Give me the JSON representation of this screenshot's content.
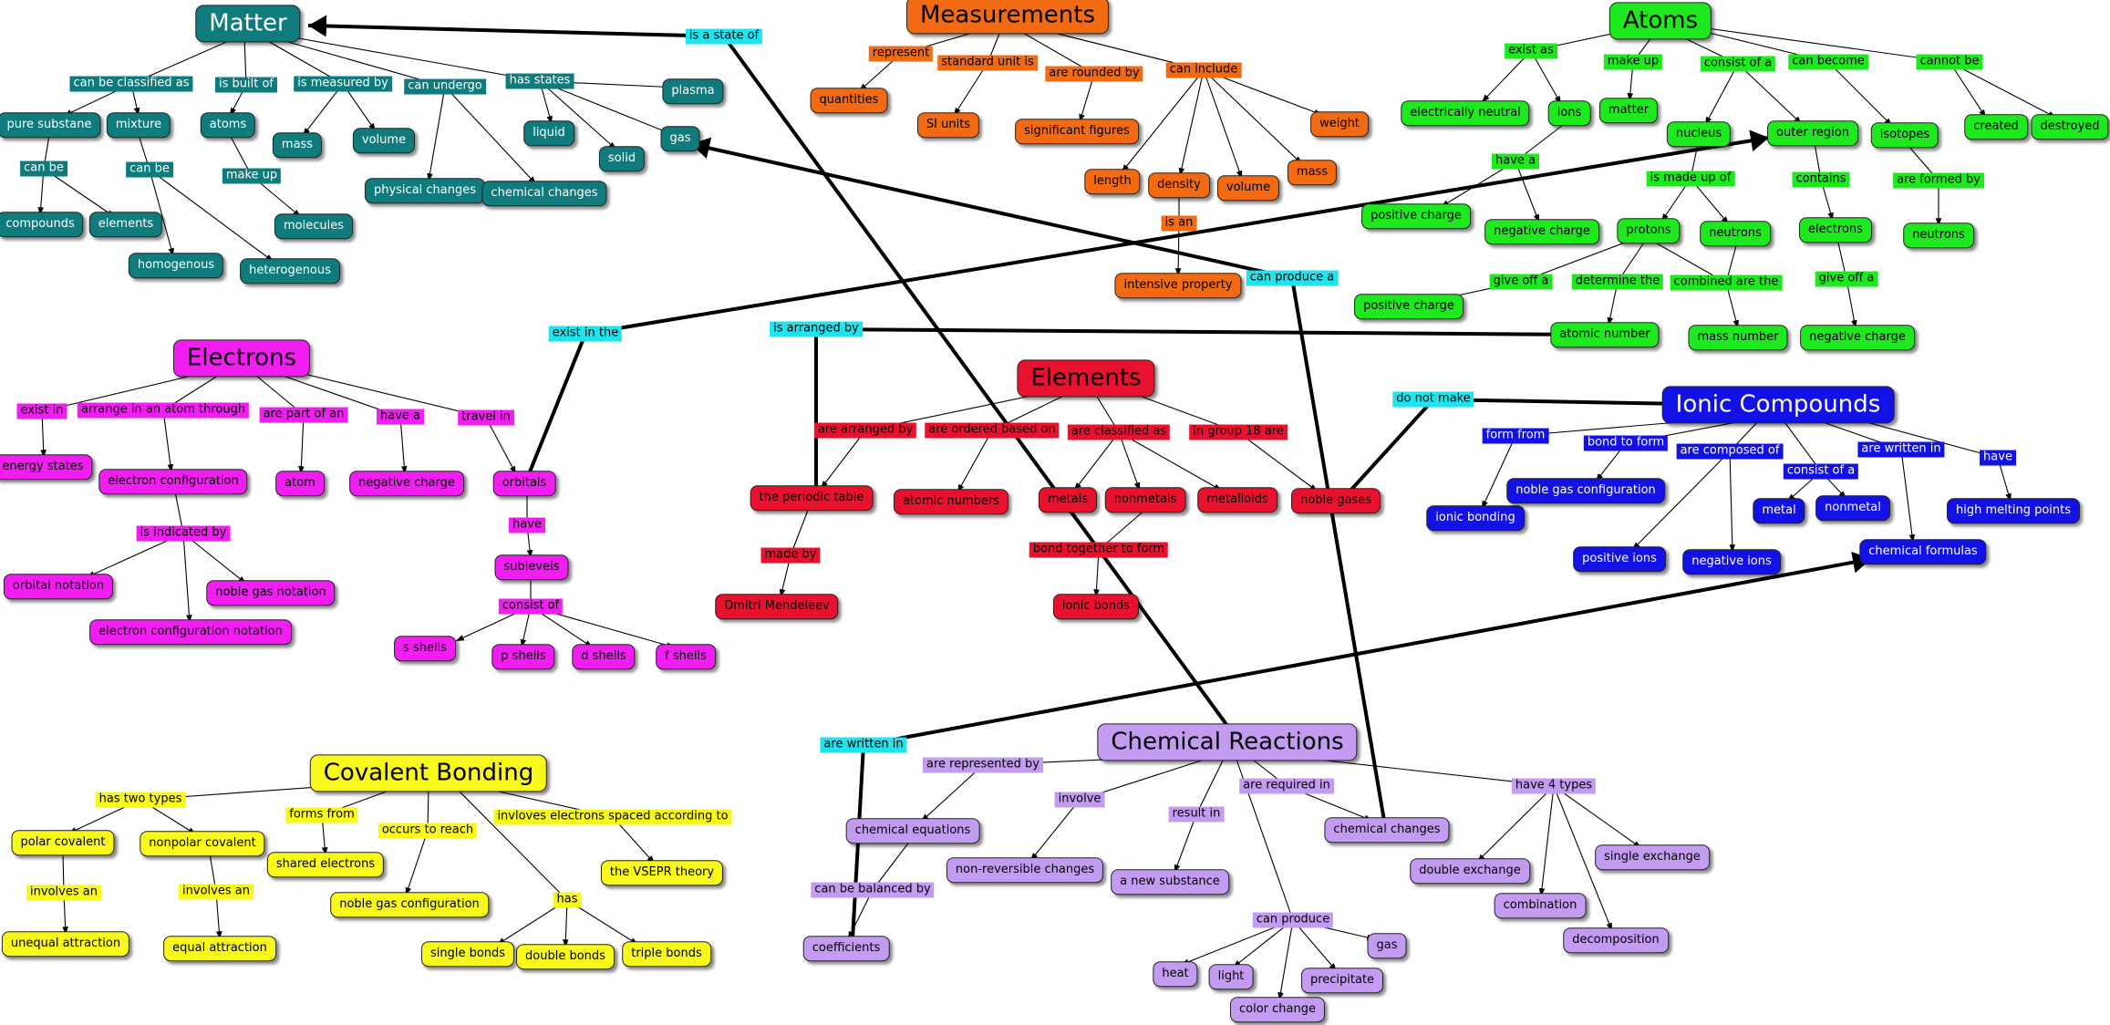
{
  "nodes": {
    "matter": "Matter",
    "pure_substane": "pure substane",
    "mixture": "mixture",
    "atoms_t": "atoms",
    "mass_t": "mass",
    "volume_t": "volume",
    "physical_changes": "physical changes",
    "chemical_changes_t": "chemical changes",
    "liquid": "liquid",
    "solid": "solid",
    "plasma": "plasma",
    "gas_t": "gas",
    "compounds": "compounds",
    "elements_t": "elements",
    "homogenous": "homogenous",
    "heterogenous": "heterogenous",
    "molecules": "molecules",
    "measurements": "Measurements",
    "quantities": "quantities",
    "si_units": "SI units",
    "significant_figures": "significant figures",
    "length": "length",
    "density": "density",
    "volume_o": "volume",
    "mass_o": "mass",
    "weight": "weight",
    "intensive_property": "intensive property",
    "atoms": "Atoms",
    "electrically_neutral": "electrically neutral",
    "ions": "ions",
    "matter_g": "matter",
    "nucleus": "nucleus",
    "outer_region": "outer region",
    "isotopes": "isotopes",
    "created": "created",
    "destroyed": "destroyed",
    "positive_charge_1": "positive charge",
    "negative_charge_g1": "negative charge",
    "protons": "protons",
    "neutrons_1": "neutrons",
    "electrons_g": "electrons",
    "neutrons_2": "neutrons",
    "positive_charge_2": "positive charge",
    "atomic_number": "atomic number",
    "mass_number": "mass number",
    "negative_charge_g2": "negative charge",
    "electrons": "Electrons",
    "energy_states": "energy states",
    "electron_configuration": "electron configuration",
    "atom": "atom",
    "negative_charge_m": "negative charge",
    "orbitals": "orbitals",
    "orbital_notation": "orbital notation",
    "noble_gas_notation": "noble gas notation",
    "electron_configuration_notation": "electron configuration notation",
    "sublevels": "sublevels",
    "s_shells": "s shells",
    "p_shells": "p shells",
    "d_shells": "d shells",
    "f_shells": "f shells",
    "elements": "Elements",
    "periodic_table": "the periodic table",
    "atomic_numbers": "atomic numbers",
    "metals": "metals",
    "nonmetals": "nonmetals",
    "metalloids": "metalloids",
    "noble_gases": "noble gases",
    "dmitri": "Dmitri Mendeleev",
    "ionic_bonds": "ionic bonds",
    "ionic_compounds": "Ionic Compounds",
    "ionic_bonding": "ionic bonding",
    "noble_gas_config_b": "noble gas configuration",
    "positive_ions": "positive ions",
    "negative_ions": "negative ions",
    "metal": "metal",
    "nonmetal": "nonmetal",
    "chemical_formulas": "chemical formulas",
    "high_melting_points": "high melting points",
    "covalent_bonding": "Covalent Bonding",
    "polar_covalent": "polar covalent",
    "nonpolar_covalent": "nonpolar covalent",
    "shared_electrons": "shared electrons",
    "noble_gas_config_y": "noble gas configuration",
    "vsepr": "the VSEPR theory",
    "unequal_attraction": "unequal attraction",
    "equal_attraction": "equal attraction",
    "single_bonds": "single bonds",
    "double_bonds": "double bonds",
    "triple_bonds": "triple bonds",
    "chemical_reactions": "Chemical Reactions",
    "chemical_equations": "chemical equations",
    "non_reversible": "non-reversible changes",
    "new_substance": "a new substance",
    "chemical_changes_v": "chemical changes",
    "double_exchange": "double exchange",
    "single_exchange": "single exchange",
    "combination": "combination",
    "decomposition": "decomposition",
    "coefficients": "coefficients",
    "heat": "heat",
    "light": "light",
    "color_change": "color change",
    "precipitate": "precipitate",
    "gas_v": "gas"
  },
  "links": {
    "can_be_classified_as": "can be classified as",
    "is_built_of": "is built of",
    "is_measured_by": "is measured by",
    "can_undergo": "can undergo",
    "has_states": "has states",
    "can_be_1": "can be",
    "can_be_2": "can be",
    "make_up_t": "make up",
    "is_a_state_of": "is a state of",
    "represent": "represent",
    "standard_unit_is": "standard unit is",
    "are_rounded_by": "are rounded by",
    "can_include": "can include",
    "is_an": "is an",
    "exist_as": "exist as",
    "make_up_g": "make up",
    "consist_of_a_g": "consist of a",
    "can_become": "can become",
    "cannot_be": "cannot be",
    "have_a_g": "have a",
    "is_made_up_of": "is made up of",
    "contains": "contains",
    "are_formed_by": "are formed by",
    "give_off_a_1": "give off a",
    "determine_the": "determine the",
    "combined_are_the": "combined are the",
    "give_off_a_2": "give off a",
    "can_produce_a": "can produce a",
    "exist_in_the": "exist in the",
    "is_arranged_by": "is arranged by",
    "exist_in": "exist in",
    "arrange_through": "arrange in an atom through",
    "are_part_of_an": "are part of an",
    "have_a_m": "have a",
    "travel_in": "travel in",
    "is_indicated_by": "is indicated by",
    "have_m": "have",
    "consist_of_m": "consist of",
    "are_arranged_by": "are arranged by",
    "are_ordered_based_on": "are ordered based on",
    "are_classified_as": "are classified as",
    "in_group_18_are": "in group 18 are",
    "made_by": "made by",
    "bond_together_to_form": "bond together to form",
    "do_not_make": "do not make",
    "form_from": "form from",
    "bond_to_form": "bond to form",
    "are_composed_of": "are composed of",
    "consist_of_a_b": "consist of a",
    "are_written_in_b": "are written in",
    "have_b": "have",
    "has_two_types": "has two types",
    "forms_from": "forms from",
    "occurs_to_reach": "occurs to reach",
    "involves_spaced": "invloves electrons spaced according to",
    "involves_an_1": "involves an",
    "involves_an_2": "involves an",
    "has_y": "has",
    "are_written_in_c": "are written in",
    "are_represented_by": "are represented by",
    "involve": "involve",
    "result_in": "result in",
    "are_required_in": "are required in",
    "have_4_types": "have 4 types",
    "can_be_balanced_by": "can be balanced by",
    "can_produce": "can produce"
  },
  "colors": {
    "teal": "#0f7b7d",
    "orange": "#f26a12",
    "green": "#1ee81e",
    "magenta": "#f01ef0",
    "red": "#e8122e",
    "blue": "#1212e6",
    "yellow": "#f8f81a",
    "violet": "#c39cf2",
    "cross_link": "#1ee4ee"
  }
}
